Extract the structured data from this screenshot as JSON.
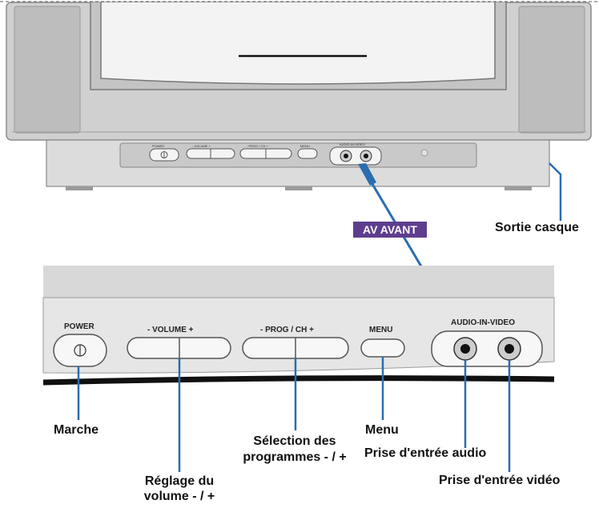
{
  "badge": "AV AVANT",
  "panel": {
    "power": "POWER",
    "volume": "-  VOLUME  +",
    "prog": "-  PROG / CH  +",
    "menu": "MENU",
    "av": "AUDIO-IN-VIDEO"
  },
  "mini_panel": {
    "power": "POWER",
    "volume": "-  VOLUME  +",
    "prog": "-  PROG / CH  +",
    "menu": "MENU",
    "av": "AUDIO-IN-VIDEO"
  },
  "callouts": {
    "sortie_casque": "Sortie casque",
    "marche": "Marche",
    "reglage_line1": "Réglage du",
    "reglage_line2": "volume - / +",
    "selection_line1": "Sélection des",
    "selection_line2": "programmes - / +",
    "menu": "Menu",
    "audio": "Prise d'entrée audio",
    "video": "Prise d'entrée vidéo"
  },
  "colors": {
    "badge": "#5e3d8f",
    "pointer": "#2a6db0",
    "body_gray": "#d4d4d4",
    "screen": "#f2f2f2"
  }
}
